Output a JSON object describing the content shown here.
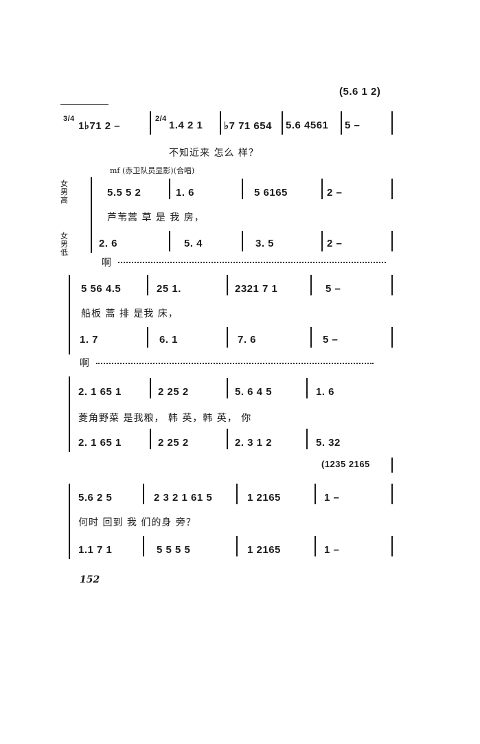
{
  "page_number": "152",
  "intro_bracket": "(5.6 1 2)",
  "line1": {
    "time_sig_1": "3/4",
    "notes_a": "1♭71 2 –",
    "time_sig_2": "2/4",
    "notes_b": "1.4 2 1",
    "notes_c": "♭7 71 654",
    "notes_d": "5.6 4561",
    "notes_e": "5 –",
    "lyric": "不知近来 怎么   样？"
  },
  "section2": {
    "dynamics": "mf (赤卫队员显影)(合唱)",
    "voice_upper": "女男高",
    "voice_lower": "女男低",
    "upper_notes": [
      "5.5  5 2",
      "1.     6",
      "5    6165",
      "2    –"
    ],
    "upper_lyric": "芦苇蒿    草         是   我    房，",
    "lower_notes": [
      "2.    6",
      "5.     4",
      "3.     5",
      "2    –"
    ],
    "lower_lyric": "啊"
  },
  "section3": {
    "upper_notes": [
      "5 56  4.5",
      "25   1.",
      "2321  7 1",
      "5    –"
    ],
    "upper_lyric": "船板       蒿   排       是我         床，",
    "lower_notes": [
      "1.     7",
      "6.     1",
      "7.     6",
      "5    –"
    ],
    "lower_lyric": "啊"
  },
  "section4": {
    "upper_notes": [
      "2. 1  65 1",
      "2 25   2",
      "5. 6  4 5",
      "1.     6"
    ],
    "lyric": "菱角野菜  是我粮， 韩 英，韩   英，  你",
    "lower_notes": [
      "2. 1  65 1",
      "2 25   2",
      "2. 3  1 2",
      "5.    32"
    ]
  },
  "section5": {
    "bracket_notes": "(1235 2165",
    "upper_notes": [
      "5.6   2 5",
      "2 3 2 1  61 5",
      "1    2165",
      "1    –"
    ],
    "lyric": "何时 回到    我  们的身     旁？",
    "lower_notes": [
      "1.1   7 1",
      "5   5 5 5",
      "1    2165",
      "1    –"
    ]
  }
}
